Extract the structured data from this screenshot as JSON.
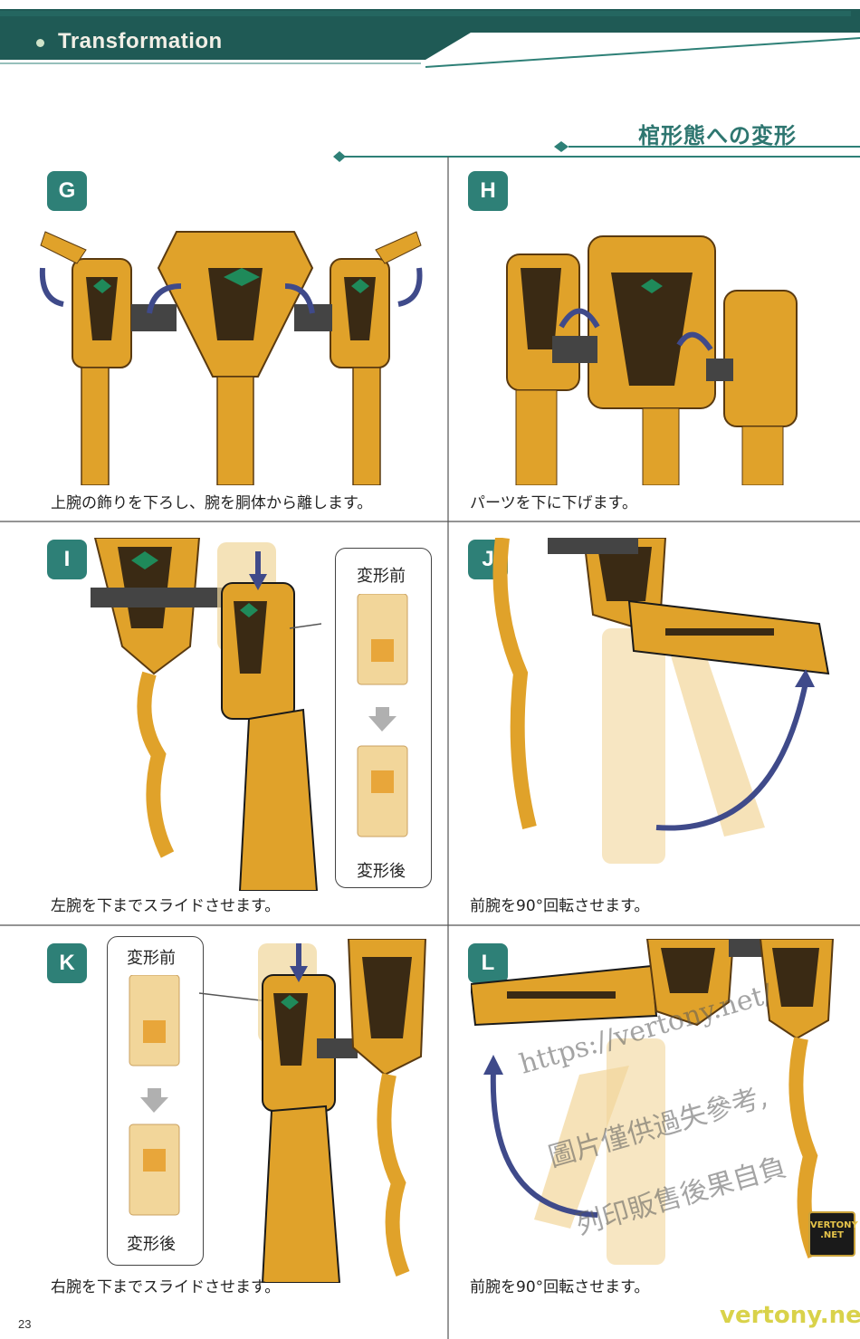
{
  "header": {
    "title": "Transformation"
  },
  "section": {
    "title": "棺形態への変形"
  },
  "panels": {
    "g": {
      "letter": "G",
      "caption": "上腕の飾りを下ろし、腕を胴体から離します。"
    },
    "h": {
      "letter": "H",
      "caption": "パーツを下に下げます。"
    },
    "i": {
      "letter": "I",
      "caption": "左腕を下までスライドさせます。",
      "before": "変形前",
      "after": "変形後"
    },
    "j": {
      "letter": "J",
      "caption": "前腕を90°回転させます。"
    },
    "k": {
      "letter": "K",
      "caption": "右腕を下までスライドさせます。",
      "before": "変形前",
      "after": "変形後"
    },
    "l": {
      "letter": "L",
      "caption": "前腕を90°回転させます。"
    }
  },
  "page": {
    "number": "23"
  },
  "watermark": {
    "line1": "https://vertony.net/",
    "line2": "圖片僅供過失參考,",
    "line3": "列印販售後果自負",
    "badge1": "VERTONY",
    "badge2": ".NET",
    "bottom": "vertony.net"
  },
  "colors": {
    "accent": "#2e8077",
    "header": "#1f5a55",
    "gold": "#e0a22a",
    "arrow": "#3f4a8a"
  }
}
